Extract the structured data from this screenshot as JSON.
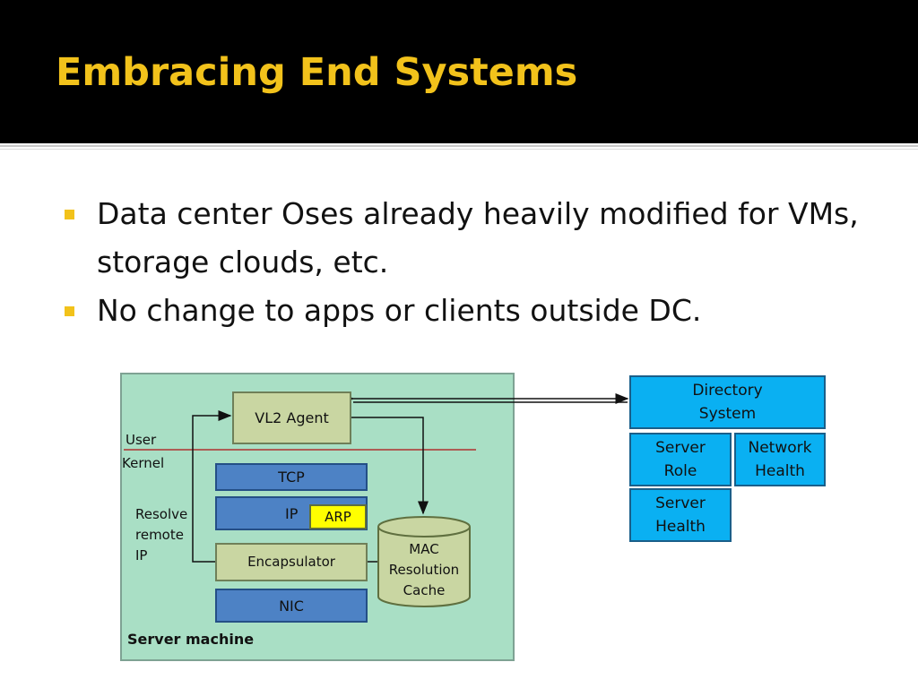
{
  "slide": {
    "title": "Embracing End Systems",
    "bullets": [
      "Data center Oses already heavily modified for VMs, storage clouds, etc.",
      "No change to apps or clients outside DC."
    ]
  },
  "diagram": {
    "vl2_agent": "VL2 Agent",
    "user": "User",
    "kernel": "Kernel",
    "tcp": "TCP",
    "ip": "IP",
    "arp": "ARP",
    "resolve": [
      "Resolve",
      "remote",
      "IP"
    ],
    "encapsulator": "Encapsulator",
    "nic": "NIC",
    "cache": [
      "MAC",
      "Resolution",
      "Cache"
    ],
    "server_machine": "Server machine",
    "directory": [
      "Directory",
      "System"
    ],
    "server_role": [
      "Server",
      "Role"
    ],
    "network_health": [
      "Network",
      "Health"
    ],
    "server_health": [
      "Server",
      "Health"
    ]
  },
  "colors": {
    "title": "#f2c21b",
    "bullet_marker": "#f2c21b",
    "server_bg": "#a9dfc5",
    "agent_bg": "#c9d6a2",
    "layer_bg": "#4d82c5",
    "arp_bg": "#ffff00",
    "directory_bg": "#0ab0f2",
    "user_kernel_line": "#b03030"
  }
}
